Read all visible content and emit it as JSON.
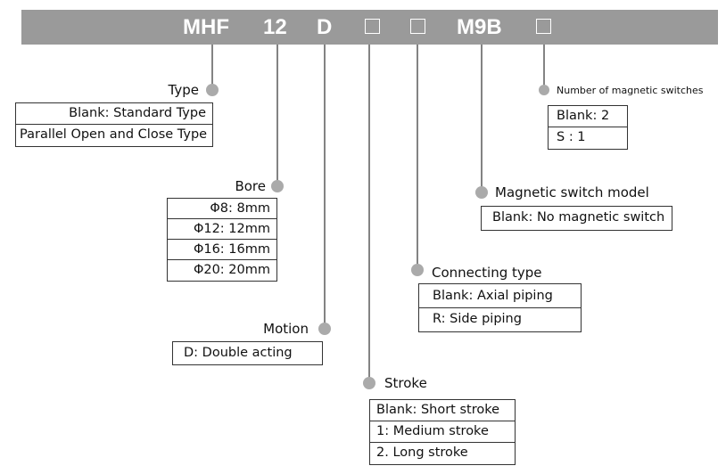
{
  "header": {
    "code_parts": [
      "MHF",
      "12",
      "D",
      "M9B"
    ]
  },
  "groups": {
    "type": {
      "label": "Type",
      "options": [
        "Blank: Standard Type",
        "Parallel Open and Close Type"
      ]
    },
    "bore": {
      "label": "Bore",
      "options": [
        "Φ8: 8mm",
        "Φ12: 12mm",
        "Φ16: 16mm",
        "Φ20: 20mm"
      ]
    },
    "motion": {
      "label": "Motion",
      "options": [
        "D: Double acting"
      ]
    },
    "stroke": {
      "label": "Stroke",
      "options": [
        "Blank: Short stroke",
        "1: Medium stroke",
        "2. Long stroke"
      ]
    },
    "connecting": {
      "label": "Connecting type",
      "options": [
        "Blank: Axial piping",
        "R: Side piping"
      ]
    },
    "switch_model": {
      "label": "Magnetic switch model",
      "options": [
        "Blank: No magnetic switch"
      ]
    },
    "switch_count": {
      "label": "Number of magnetic switches",
      "options": [
        "Blank: 2",
        "S : 1"
      ]
    }
  },
  "colors": {
    "bar": "#9a9a9a",
    "line": "#5a5a5a",
    "dot": "#aaaaaa"
  }
}
